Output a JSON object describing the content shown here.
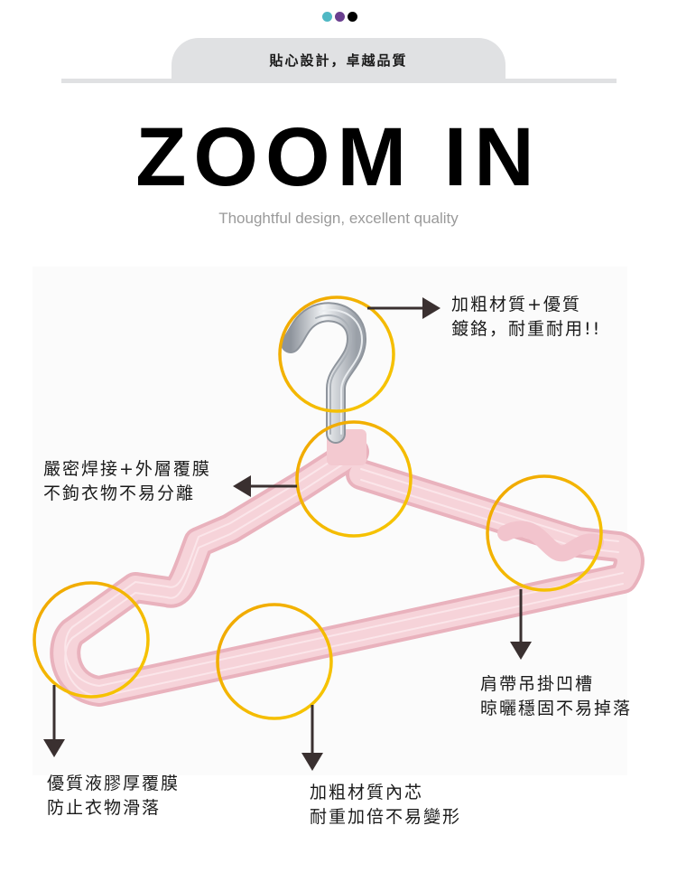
{
  "header": {
    "dots": [
      {
        "color": "#4fb8c4"
      },
      {
        "color": "#6a3f8f"
      },
      {
        "color": "#000000"
      }
    ],
    "tab_label": "貼心設計，卓越品質",
    "headline": "ZOOM IN",
    "subtitle": "Thoughtful design, excellent quality"
  },
  "colors": {
    "circle_outline": "#f3b400",
    "arrow": "#3a3030",
    "hanger_pink": "#f3c9d0",
    "hook_metal": "#c8ccd2"
  },
  "callouts": [
    {
      "id": "hook",
      "lines": [
        "加粗材質+優質",
        "鍍鉻，耐重耐用!!"
      ]
    },
    {
      "id": "weld",
      "lines": [
        "嚴密焊接+外層覆膜",
        "不鉤衣物不易分離"
      ]
    },
    {
      "id": "shoulder",
      "lines": [
        "肩帶吊掛凹槽",
        "晾曬穩固不易掉落"
      ]
    },
    {
      "id": "end",
      "lines": [
        "優質液膠厚覆膜",
        "防止衣物滑落"
      ]
    },
    {
      "id": "core",
      "lines": [
        "加粗材質內芯",
        "耐重加倍不易變形"
      ]
    }
  ]
}
